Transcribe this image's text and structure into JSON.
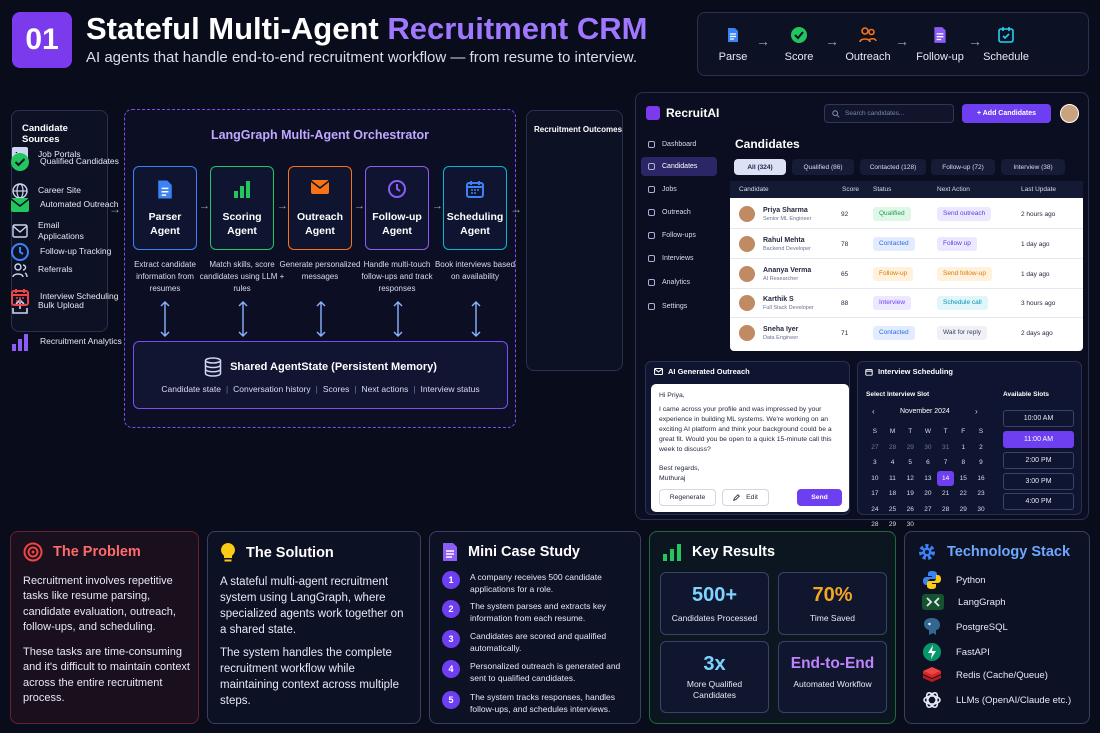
{
  "header": {
    "badge": "01",
    "title_a": "Stateful Multi-Agent ",
    "title_b": "Recruitment CRM",
    "subtitle": "AI agents that handle end-to-end recruitment workflow — from resume to interview."
  },
  "pipeline": {
    "steps": [
      {
        "label": "Parse",
        "icon": "document-icon"
      },
      {
        "label": "Score",
        "icon": "badge-check-icon"
      },
      {
        "label": "Outreach",
        "icon": "people-icon"
      },
      {
        "label": "Follow-up",
        "icon": "document-icon"
      },
      {
        "label": "Schedule",
        "icon": "calendar-check-icon"
      }
    ],
    "arrow": "→"
  },
  "sources": {
    "title": "Candidate Sources",
    "items": [
      {
        "label": "Job Portals",
        "icon": "linkedin-icon"
      },
      {
        "label": "Career Site",
        "icon": "globe-icon"
      },
      {
        "label": "Email Applications",
        "icon": "mail-icon"
      },
      {
        "label": "Referrals",
        "icon": "users-icon"
      },
      {
        "label": "Bulk Upload",
        "icon": "upload-icon"
      }
    ]
  },
  "orchestrator": {
    "title": "LangGraph Multi-Agent Orchestrator",
    "agents": [
      {
        "name": "Parser Agent",
        "desc": "Extract candidate information from resumes",
        "color": "#3b82f6",
        "icon": "document-icon"
      },
      {
        "name": "Scoring Agent",
        "desc": "Match skills, score candidates using LLM + rules",
        "color": "#22c55e",
        "icon": "bar-chart-icon"
      },
      {
        "name": "Outreach Agent",
        "desc": "Generate personalized messages",
        "color": "#f97316",
        "icon": "mail-icon"
      },
      {
        "name": "Follow-up Agent",
        "desc": "Handle multi-touch follow-ups and track responses",
        "color": "#8b5cf6",
        "icon": "clock-icon"
      },
      {
        "name": "Scheduling Agent",
        "desc": "Book interviews based on availability",
        "color": "#06b6d4",
        "icon": "calendar-icon"
      }
    ],
    "state_title": "Shared AgentState (Persistent Memory)",
    "state_items": [
      "Candidate state",
      "Conversation history",
      "Scores",
      "Next actions",
      "Interview status"
    ]
  },
  "outcomes": {
    "title": "Recruitment Outcomes",
    "items": [
      {
        "label": "Qualified Candidates",
        "icon": "check-circle-icon",
        "color": "#22c55e"
      },
      {
        "label": "Automated Outreach",
        "icon": "mail-icon",
        "color": "#22c55e"
      },
      {
        "label": "Follow-up Tracking",
        "icon": "clock-icon",
        "color": "#3b82f6"
      },
      {
        "label": "Interview Scheduling",
        "icon": "calendar-icon",
        "color": "#ef4444"
      },
      {
        "label": "Recruitment Analytics",
        "icon": "bar-chart-icon",
        "color": "#8b5cf6"
      }
    ]
  },
  "app": {
    "name": "RecruitAI",
    "search_placeholder": "Search candidates...",
    "add_button": "+ Add Candidates",
    "nav": [
      "Dashboard",
      "Candidates",
      "Jobs",
      "Outreach",
      "Follow-ups",
      "Interviews",
      "Analytics",
      "Settings"
    ],
    "page_title": "Candidates",
    "filters": [
      "All (324)",
      "Qualified (86)",
      "Contacted (128)",
      "Follow-up (72)",
      "Interview (38)"
    ],
    "columns": [
      "Candidate",
      "Score",
      "Status",
      "Next Action",
      "Last Update"
    ],
    "rows": [
      {
        "name": "Priya Sharma",
        "role": "Senior ML Engineer",
        "score": "92",
        "status": "Qualified",
        "action": "Send outreach",
        "updated": "2 hours ago"
      },
      {
        "name": "Rahul Mehta",
        "role": "Backend Developer",
        "score": "78",
        "status": "Contacted",
        "action": "Follow up",
        "updated": "1 day ago"
      },
      {
        "name": "Ananya Verma",
        "role": "AI Researcher",
        "score": "65",
        "status": "Follow-up",
        "action": "Send follow-up",
        "updated": "1 day ago"
      },
      {
        "name": "Karthik S",
        "role": "Full Stack Developer",
        "score": "88",
        "status": "Interview",
        "action": "Schedule call",
        "updated": "3 hours ago"
      },
      {
        "name": "Sneha Iyer",
        "role": "Data Engineer",
        "score": "71",
        "status": "Contacted",
        "action": "Wait for reply",
        "updated": "2 days ago"
      }
    ],
    "status_colors": {
      "Qualified": [
        "#dff7e6",
        "#1f9d4a"
      ],
      "Contacted": [
        "#e3ecff",
        "#2f6be0"
      ],
      "Follow-up": [
        "#fff1dc",
        "#d97a06"
      ],
      "Interview": [
        "#ece8ff",
        "#6d3ff0"
      ]
    },
    "outreach": {
      "title": "AI Generated Outreach",
      "greeting": "Hi Priya,",
      "body": "I came across your profile and was impressed by your experience in building ML systems. We're working on an exciting AI platform and think your background could be a great fit. Would you be open to a quick 15-minute call this week to discuss?",
      "signoff": "Best regards,",
      "sender": "Muthuraj",
      "regenerate": "Regenerate",
      "edit": "Edit",
      "send": "Send"
    },
    "scheduling": {
      "title": "Interview Scheduling",
      "select_label": "Select Interview Slot",
      "month": "November 2024",
      "weekdays": [
        "S",
        "M",
        "T",
        "W",
        "T",
        "F",
        "S"
      ],
      "weeks": [
        [
          "27",
          "28",
          "29",
          "30",
          "31",
          "1",
          "2"
        ],
        [
          "3",
          "4",
          "5",
          "6",
          "7",
          "8",
          "9"
        ],
        [
          "10",
          "11",
          "12",
          "13",
          "14",
          "15",
          "16"
        ],
        [
          "17",
          "18",
          "19",
          "20",
          "21",
          "22",
          "23"
        ],
        [
          "24",
          "25",
          "26",
          "27",
          "28",
          "29",
          "30"
        ],
        [
          "28",
          "29",
          "30",
          "",
          "",
          "",
          ""
        ]
      ],
      "selected_day": "14",
      "slots_label": "Available Slots",
      "slots": [
        "10:00 AM",
        "11:00 AM",
        "2:00 PM",
        "3:00 PM",
        "4:00 PM"
      ],
      "selected_slot": "11:00 AM"
    }
  },
  "problem": {
    "title": "The Problem",
    "p1": "Recruitment involves repetitive tasks like resume parsing, candidate evaluation, outreach, follow-ups, and scheduling.",
    "p2": "These tasks are time-consuming and it's difficult to maintain context across the entire recruitment process."
  },
  "solution": {
    "title": "The Solution",
    "p1": "A stateful multi-agent recruitment system using LangGraph, where specialized agents work together on a shared state.",
    "p2": "The system handles the complete recruitment workflow while maintaining context across multiple steps."
  },
  "case_study": {
    "title": "Mini Case Study",
    "steps": [
      "A company receives 500 candidate applications for a role.",
      "The system parses and extracts key information from each resume.",
      "Candidates are scored and qualified automatically.",
      "Personalized outreach is generated and sent to qualified candidates.",
      "The system tracks responses, handles follow-ups, and schedules interviews."
    ]
  },
  "results": {
    "title": "Key Results",
    "metrics": [
      {
        "value": "500+",
        "label": "Candidates Processed",
        "color": "#7fd3ff"
      },
      {
        "value": "70%",
        "label": "Time Saved",
        "color": "#f5a524"
      },
      {
        "value": "3x",
        "label": "More Qualified Candidates",
        "color": "#7fd3ff"
      },
      {
        "value": "End-to-End",
        "label": "Automated Workflow",
        "color": "#c084fc"
      }
    ]
  },
  "tech": {
    "title": "Technology Stack",
    "items": [
      {
        "label": "Python",
        "icon": "python-icon"
      },
      {
        "label": "LangGraph",
        "icon": "langgraph-icon"
      },
      {
        "label": "PostgreSQL",
        "icon": "postgresql-icon"
      },
      {
        "label": "FastAPI",
        "icon": "fastapi-icon"
      },
      {
        "label": "Redis (Cache/Queue)",
        "icon": "redis-icon"
      },
      {
        "label": "LLMs (OpenAI/Claude etc.)",
        "icon": "openai-icon"
      }
    ]
  }
}
